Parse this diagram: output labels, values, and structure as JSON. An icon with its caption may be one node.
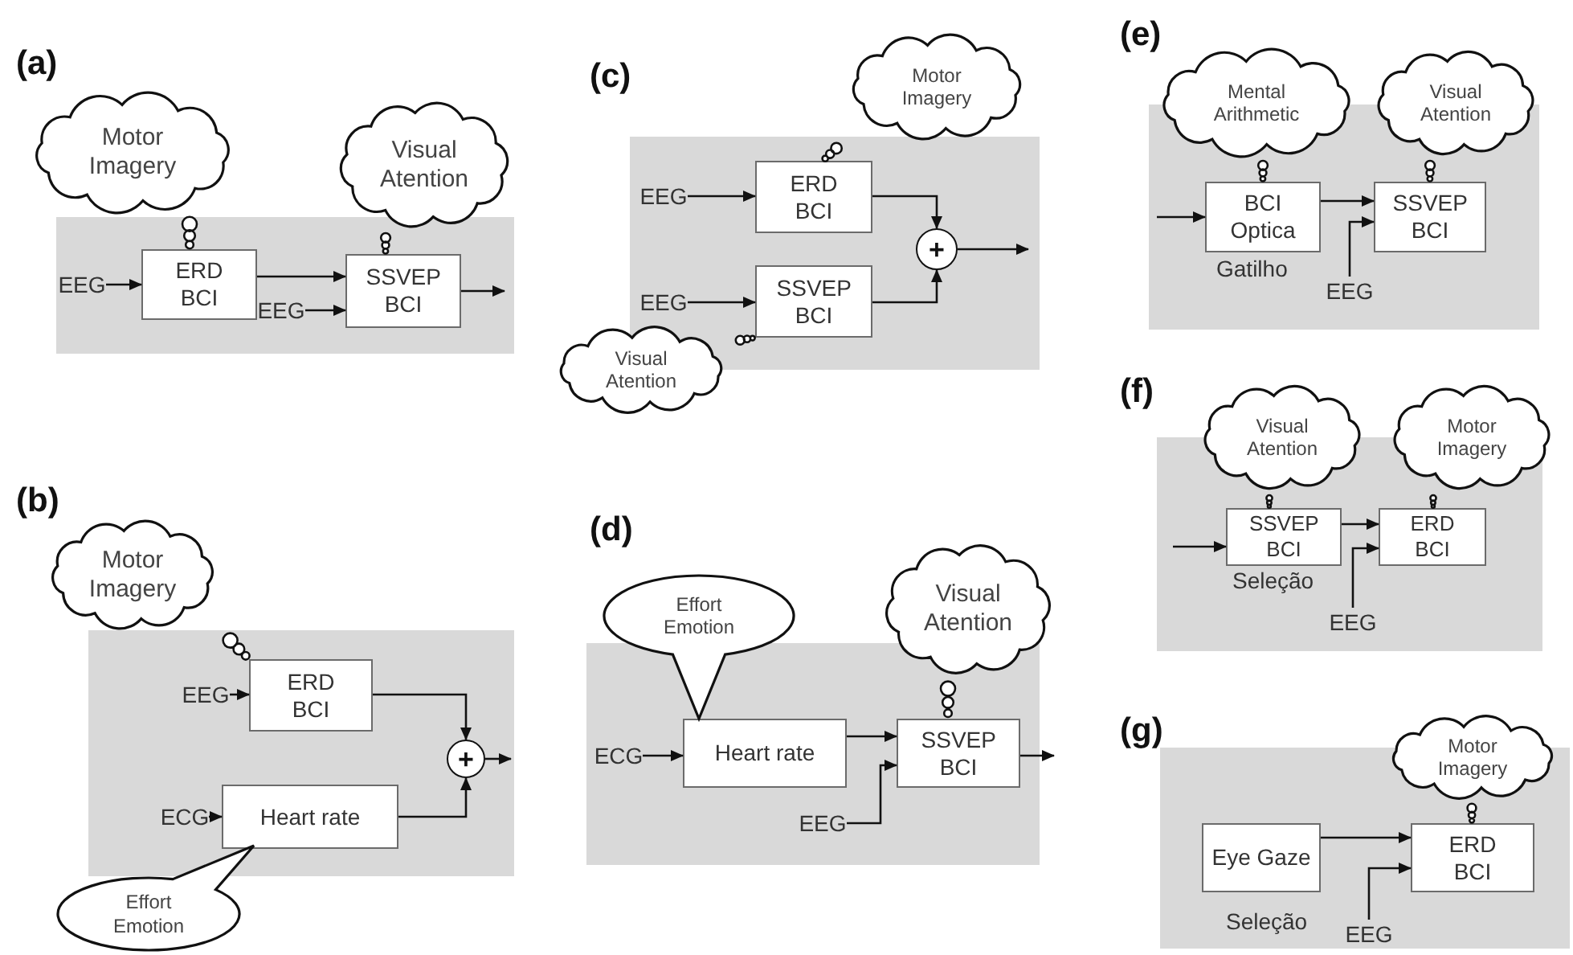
{
  "diagram": {
    "nodes": [
      {
        "text": [],
        "shape": "box"
      },
      {
        "text": [
          "Motor Imagery"
        ]
      },
      {
        "text": [
          "Visual Atention"
        ]
      },
      {
        "text": [
          "ERD BCI"
        ],
        "in": 0
      },
      {
        "text": [
          "EEG"
        ],
        "in": 0
      },
      {
        "text": [
          "SSVEP BCI"
        ],
        "in": 0
      },
      {
        "text": [
          "EEG"
        ],
        "in": 0
      },
      {
        "text": [],
        "shape": "box"
      },
      {
        "text": [
          "Motor Imagery"
        ]
      },
      {
        "text": [
          "EEG"
        ],
        "in": 7
      },
      {
        "text": [
          "ERD BCI"
        ],
        "in": 7
      },
      {
        "text": [
          "+"
        ],
        "in": 7
      },
      {
        "text": [
          "ECG"
        ],
        "in": 7
      },
      {
        "text": [
          "Heart rate"
        ],
        "in": 7
      },
      {
        "text": [
          "Effort Emotion"
        ]
      },
      {
        "text": [],
        "shape": "box"
      },
      {
        "text": [
          "Motor Imagery"
        ]
      },
      {
        "text": [
          "EEG"
        ],
        "in": 15
      },
      {
        "text": [
          "ERD BCI"
        ],
        "in": 15
      },
      {
        "text": [
          "EEG"
        ],
        "in": 15
      },
      {
        "text": [
          "SSVEP BCI"
        ],
        "in": 15
      },
      {
        "text": [
          "+"
        ],
        "in": 15
      },
      {
        "text": [
          "Visual Atention"
        ]
      },
      {
        "text": [],
        "shape": "box"
      },
      {
        "text": [
          "Effort Emotion"
        ]
      },
      {
        "text": [
          "Visual Atention"
        ]
      },
      {
        "text": [
          "ECG"
        ],
        "in": 23
      },
      {
        "text": [
          "Heart rate"
        ],
        "in": 23
      },
      {
        "text": [
          "SSVEP BCI"
        ],
        "in": 23
      },
      {
        "text": [
          "EEG"
        ],
        "in": 23
      },
      {
        "text": [],
        "shape": "box"
      },
      {
        "text": [
          "Mental Arithmetic"
        ]
      },
      {
        "text": [
          "Visual Atention"
        ]
      },
      {
        "text": [
          "BCI Optica"
        ],
        "in": 30,
        "beside": [
          "Gatilho"
        ]
      },
      {
        "text": [
          "SSVEP BCI"
        ],
        "in": 30
      },
      {
        "text": [
          "EEG"
        ],
        "in": 30
      },
      {
        "text": [],
        "shape": "box"
      },
      {
        "text": [
          "Visual Atention"
        ]
      },
      {
        "text": [
          "Motor Imagery"
        ]
      },
      {
        "text": [
          "SSVEP BCI"
        ],
        "in": 36,
        "beside": [
          "Seleção"
        ]
      },
      {
        "text": [
          "ERD BCI"
        ],
        "in": 36
      },
      {
        "text": [
          "EEG"
        ],
        "in": 36
      },
      {
        "text": [],
        "shape": "box"
      },
      {
        "text": [
          "Motor Imagery"
        ]
      },
      {
        "text": [
          "Eye Gaze"
        ],
        "in": 42,
        "beside": [
          "Seleção"
        ]
      },
      {
        "text": [
          "ERD BCI"
        ],
        "in": 42
      },
      {
        "text": [
          "EEG"
        ],
        "in": 42
      }
    ],
    "edges": [
      {
        "from": 1,
        "to": 3,
        "arrow": "other"
      },
      {
        "from": 2,
        "to": 5,
        "arrow": "other"
      },
      {
        "from": 4,
        "to": 3,
        "arrow": "to"
      },
      {
        "from": 3,
        "to": 5,
        "arrow": "to"
      },
      {
        "from": 6,
        "to": 5,
        "arrow": "to"
      },
      {
        "from": 5,
        "to": null,
        "arrow": "to"
      },
      {
        "from": 8,
        "to": 10,
        "arrow": "other"
      },
      {
        "from": 9,
        "to": 10,
        "arrow": "to"
      },
      {
        "from": 10,
        "to": 11,
        "arrow": "to"
      },
      {
        "from": 12,
        "to": 13,
        "arrow": "to"
      },
      {
        "from": 13,
        "to": 11,
        "arrow": "to"
      },
      {
        "from": 11,
        "to": null,
        "arrow": "to"
      },
      {
        "from": 16,
        "to": 18,
        "arrow": "other"
      },
      {
        "from": 17,
        "to": 18,
        "arrow": "to"
      },
      {
        "from": 19,
        "to": 20,
        "arrow": "to"
      },
      {
        "from": 18,
        "to": 21,
        "arrow": "to"
      },
      {
        "from": 20,
        "to": 21,
        "arrow": "to"
      },
      {
        "from": 21,
        "to": null,
        "arrow": "to"
      },
      {
        "from": 22,
        "to": 20,
        "arrow": "other"
      },
      {
        "from": 25,
        "to": 28,
        "arrow": "other"
      },
      {
        "from": 26,
        "to": 27,
        "arrow": "to"
      },
      {
        "from": 27,
        "to": 28,
        "arrow": "to"
      },
      {
        "from": 29,
        "to": 28,
        "arrow": "to"
      },
      {
        "from": 28,
        "to": null,
        "arrow": "to"
      },
      {
        "from": 31,
        "to": 33,
        "arrow": "other"
      },
      {
        "from": 32,
        "to": 34,
        "arrow": "other"
      },
      {
        "from": null,
        "to": 33,
        "arrow": "to"
      },
      {
        "from": 33,
        "to": 34,
        "arrow": "to"
      },
      {
        "from": 35,
        "to": 34,
        "arrow": "to"
      },
      {
        "from": 37,
        "to": 39,
        "arrow": "other"
      },
      {
        "from": 38,
        "to": 40,
        "arrow": "other"
      },
      {
        "from": null,
        "to": 39,
        "arrow": "to"
      },
      {
        "from": 39,
        "to": 40,
        "arrow": "to"
      },
      {
        "from": 41,
        "to": 40,
        "arrow": "to"
      },
      {
        "from": 43,
        "to": 45,
        "arrow": "other"
      },
      {
        "from": 44,
        "to": 45,
        "arrow": "to"
      },
      {
        "from": 46,
        "to": 45,
        "arrow": "to"
      }
    ],
    "labels": [
      "(a)",
      "(c)",
      "(e)",
      "(f)",
      "(b)",
      "(d)",
      "(g)"
    ]
  }
}
